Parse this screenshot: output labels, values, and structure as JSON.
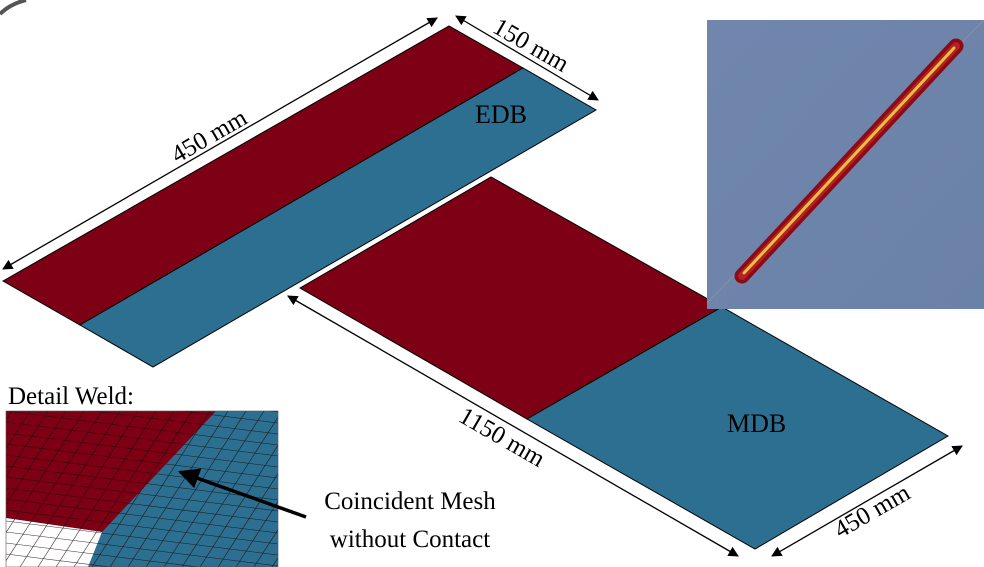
{
  "labels": {
    "edb": "EDB",
    "mdb": "MDB",
    "detail_title": "Detail Weld:",
    "annotation_line1": "Coincident Mesh",
    "annotation_line2": "without Contact"
  },
  "dimensions": {
    "edb_length": "450 mm",
    "edb_width": "150 mm",
    "mdb_length": "1150 mm",
    "mdb_width": "450 mm"
  },
  "colors": {
    "plate_red": "#7e0014",
    "plate_blue": "#2c6f91",
    "inset_background": "#6f86ab",
    "weld_bead": "#e8c23a",
    "outline": "#000000"
  }
}
